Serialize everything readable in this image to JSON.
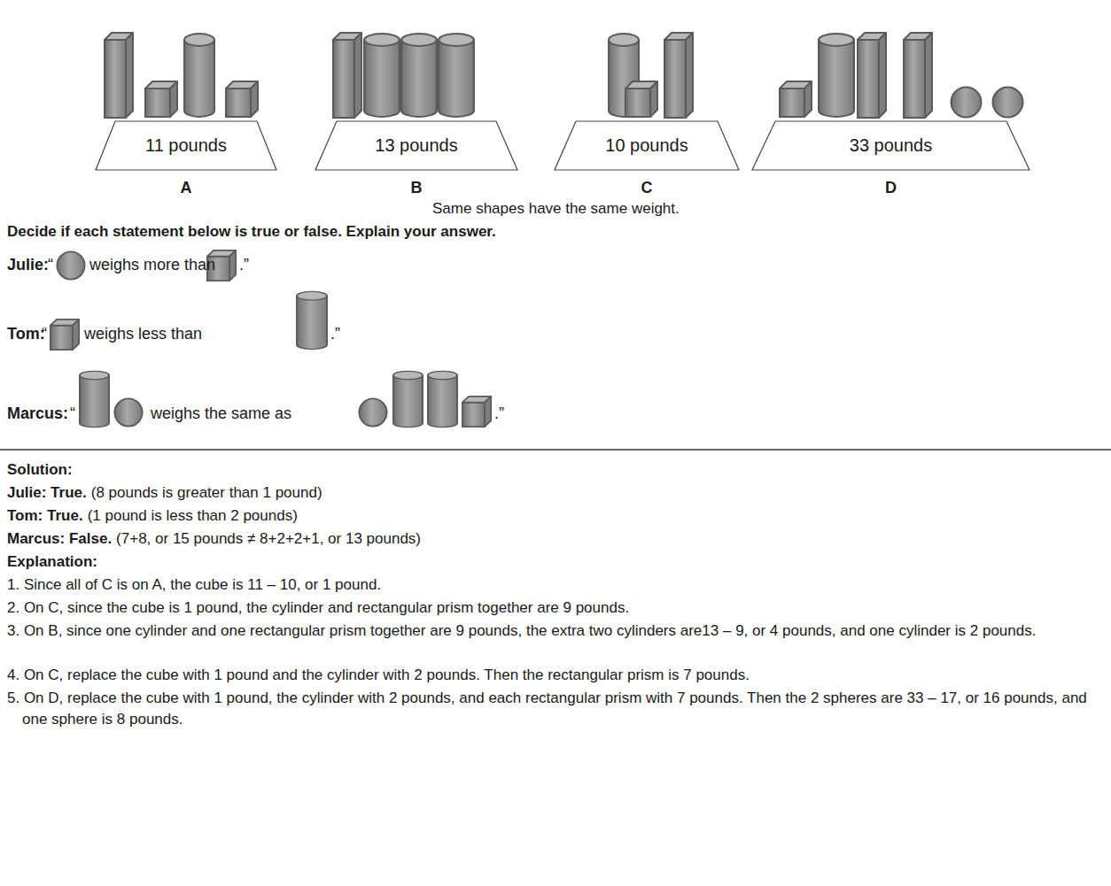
{
  "diagram": {
    "nodes": [
      {
        "text": [
          "11 pounds",
          "A"
        ]
      },
      {
        "text": [
          "13 pounds",
          "B"
        ]
      },
      {
        "text": [
          "10 pounds",
          "C"
        ]
      },
      {
        "text": [
          "33 pounds",
          "D"
        ]
      }
    ],
    "labels": [
      "Same shapes have the same weight.",
      "Decide if each statement below is true or false. Explain your answer.",
      "Julie:",
      "“",
      "weighs more than",
      ".”",
      "Tom:",
      "“",
      "weighs less than",
      ".”",
      "Marcus:",
      "“",
      "weighs the same as",
      ".”",
      "Solution:",
      "Julie: True.",
      "(8 pounds is greater than 1 pound)",
      "Tom: True.",
      "(1 pound is less than 2 pounds)",
      "Marcus: False.",
      "(7+8, or 15 pounds ≠ 8+2+2+1, or 13 pounds)",
      "Explanation:",
      "1. Since all of C is on A, the cube is 11 – 10, or 1 pound.",
      "2. On C, since the cube is 1 pound, the cylinder and rectangular prism together are 9 pounds.",
      "3. On B, since one cylinder and one rectangular prism together are 9 pounds, the extra two cylinders are13 – 9, or 4 pounds, and one cylinder is 2 pounds.",
      "4. On C, replace the cube with 1 pound and the cylinder with 2 pounds. Then the rectangular prism is 7 pounds.",
      "5. On D, replace the cube with 1 pound, the cylinder with 2 pounds, and each rectangular prism with 7 pounds. Then the 2 spheres are 33 – 17, or 16 pounds, and one sphere is 8 pounds."
    ]
  }
}
